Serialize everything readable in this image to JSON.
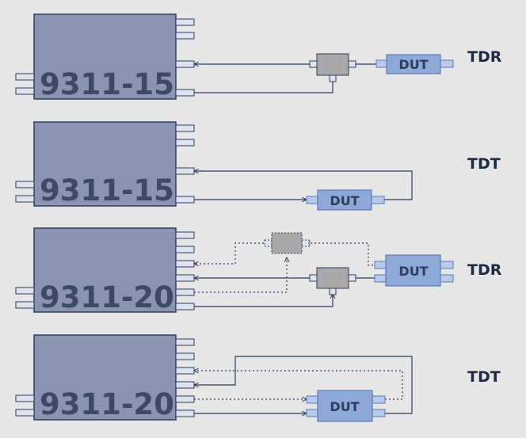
{
  "panels": [
    {
      "model": "9311-15",
      "mode": "TDR",
      "dut": "DUT"
    },
    {
      "model": "9311-15",
      "mode": "TDT",
      "dut": "DUT"
    },
    {
      "model": "9311-20",
      "mode": "TDR",
      "dut": "DUT"
    },
    {
      "model": "9311-20",
      "mode": "TDT",
      "dut": "DUT"
    }
  ],
  "colors": {
    "background": "#e6e6e6",
    "instrument_fill": "#8a93b0",
    "instrument_stroke": "#2f3d5c",
    "port_fill": "#dfe3ee",
    "dut_fill": "#8ea9d8",
    "dut_stroke": "#5b7ab8",
    "splitter_fill": "#a9a9a9",
    "wire": "#2f3d5c"
  },
  "icons": [
    "connector-port",
    "splitter",
    "arrowhead"
  ]
}
